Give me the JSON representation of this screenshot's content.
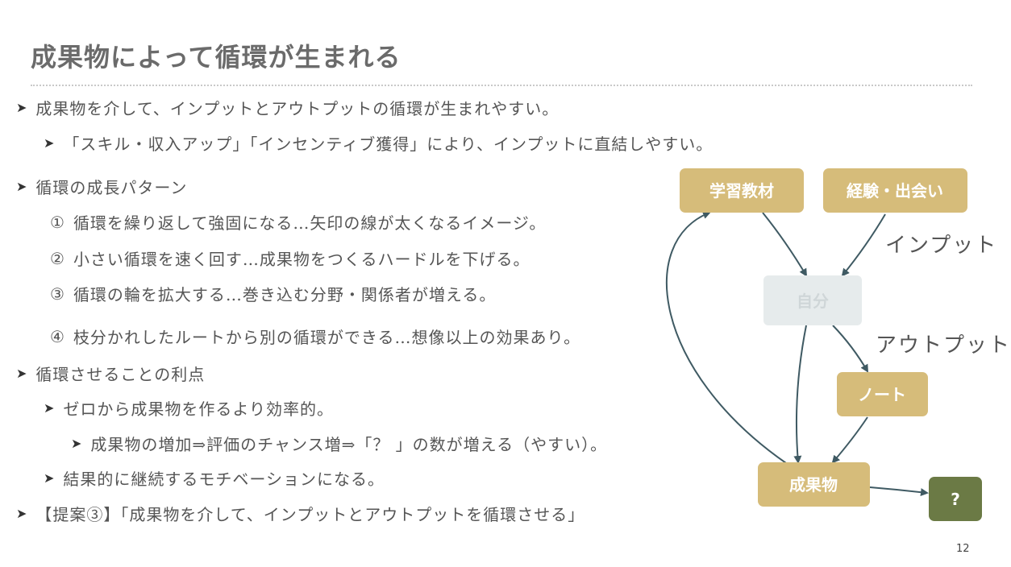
{
  "slide": {
    "title": "成果物によって循環が生まれる",
    "page_number": "12"
  },
  "bullets": [
    {
      "level": 1,
      "text": "成果物を介して、インプットとアウトプットの循環が生まれやすい。"
    },
    {
      "level": 2,
      "text": "「スキル・収入アップ」「インセンティブ獲得」により、インプットに直結しやすい。"
    },
    {
      "level": 1,
      "text": "循環の成長パターン"
    },
    {
      "level": 3,
      "num": "①",
      "text": "循環を繰り返して強固になる…矢印の線が太くなるイメージ。"
    },
    {
      "level": 3,
      "num": "②",
      "text": "小さい循環を速く回す…成果物をつくるハードルを下げる。"
    },
    {
      "level": 3,
      "num": "③",
      "text": "循環の輪を拡大する…巻き込む分野・関係者が増える。"
    },
    {
      "level": 3,
      "num": "④",
      "text": "枝分かれしたルートから別の循環ができる…想像以上の効果あり。"
    },
    {
      "level": 1,
      "text": "循環させることの利点"
    },
    {
      "level": 2,
      "text": "ゼロから成果物を作るより効率的。"
    },
    {
      "level": 4,
      "text": "成果物の増加⇒評価のチャンス増⇒「？ 」の数が増える（やすい）。"
    },
    {
      "level": 2,
      "text": "結果的に継続するモチベーションになる。"
    },
    {
      "level": 1,
      "text": "【提案③】「成果物を介して、インプットとアウトプットを循環させる」"
    }
  ],
  "diagram": {
    "nodes": {
      "study": "学習教材",
      "experience": "経験・出会い",
      "self": "自分",
      "note": "ノート",
      "output": "成果物",
      "question": "?"
    },
    "labels": {
      "input": "インプット",
      "output": "アウトプット"
    },
    "colors": {
      "node_fill": "#d6bc7a",
      "self_fill": "#e6ebec",
      "question_fill": "#6b7a45",
      "arrow": "#3f5a63"
    }
  }
}
